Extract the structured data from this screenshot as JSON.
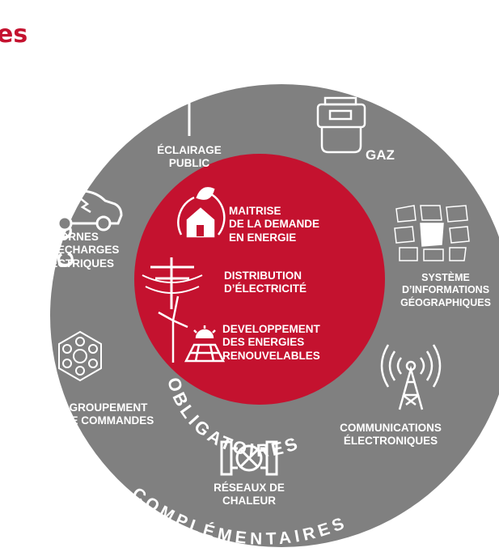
{
  "corner_text": "es",
  "ring_top_title": "COMPÉTENCES",
  "ring_bottom_title": "COMPLÉMENTAIRES",
  "core_title": "OBLIGATOIRES",
  "colors": {
    "brand_red": "#c4122f",
    "ring_gray": "#808080",
    "text_white": "#ffffff"
  },
  "outer_items": [
    {
      "id": "eclairage",
      "icon": "street-lamp-icon",
      "lines": [
        "ÉCLAIRAGE",
        "PUBLIC"
      ]
    },
    {
      "id": "gaz",
      "icon": "gas-meter-icon",
      "lines": [
        "GAZ"
      ]
    },
    {
      "id": "bornes",
      "icon": "electric-car-icon",
      "lines": [
        "BORNES",
        "DE RECHARGES",
        "ÉLECTRIQUES"
      ]
    },
    {
      "id": "sig",
      "icon": "map-grid-icon",
      "lines": [
        "SYSTÈME",
        "D’INFORMATIONS",
        "GÉOGRAPHIQUES"
      ]
    },
    {
      "id": "groupement",
      "icon": "network-hub-icon",
      "lines": [
        "GROUPEMENT",
        "DE COMMANDES"
      ]
    },
    {
      "id": "communications",
      "icon": "antenna-tower-icon",
      "lines": [
        "COMMUNICATIONS",
        "ÉLECTRONIQUES"
      ]
    },
    {
      "id": "reseaux",
      "icon": "pipe-valve-icon",
      "lines": [
        "RÉSEAUX DE",
        "CHALEUR"
      ]
    }
  ],
  "core_items": [
    {
      "id": "maitrise",
      "icon": "eco-house-icon",
      "lines": [
        "MAITRISE",
        "DE LA DEMANDE",
        "EN ENERGIE"
      ]
    },
    {
      "id": "distribution",
      "icon": "power-pylon-icon",
      "lines": [
        "DISTRIBUTION",
        "D’ÉLECTRICITÉ"
      ]
    },
    {
      "id": "renouvelables",
      "icon": "wind-solar-icon",
      "lines": [
        "DEVELOPPEMENT",
        "DES ENERGIES",
        "RENOUVELABLES"
      ]
    }
  ]
}
